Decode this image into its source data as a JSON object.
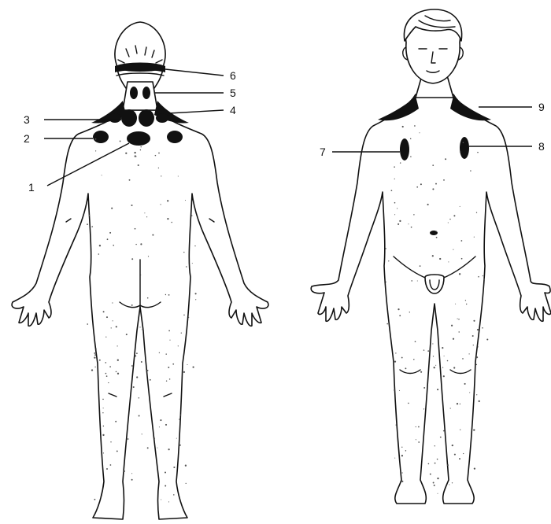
{
  "colors": {
    "line": "#111111",
    "tender_point": "#111111",
    "background": "#ffffff"
  },
  "labels": {
    "1": "1",
    "2": "2",
    "3": "3",
    "4": "4",
    "5": "5",
    "6": "6",
    "7": "7",
    "8": "8",
    "9": "9"
  }
}
